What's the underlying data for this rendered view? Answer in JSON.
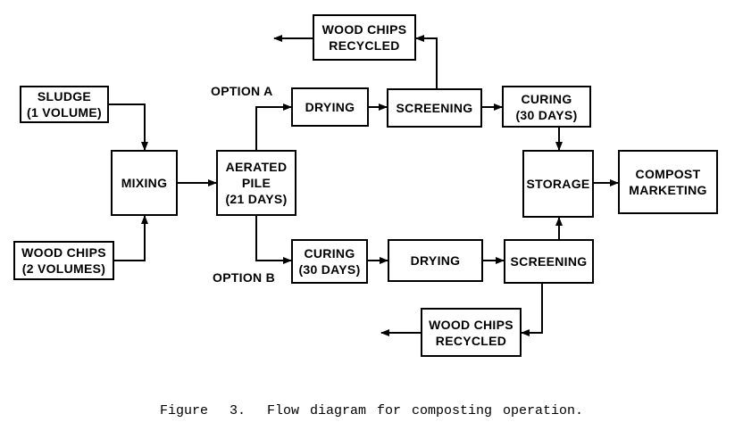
{
  "nodes": {
    "sludge": [
      "SLUDGE",
      "(1 VOLUME)"
    ],
    "wood_chips_input": [
      "WOOD CHIPS",
      "(2 VOLUMES)"
    ],
    "mixing": [
      "MIXING"
    ],
    "aerated_pile": [
      "AERATED",
      "PILE",
      "(21 DAYS)"
    ],
    "drying_a": [
      "DRYING"
    ],
    "screening_a": [
      "SCREENING"
    ],
    "wood_chips_recycled_a": [
      "WOOD CHIPS",
      "RECYCLED"
    ],
    "curing_a": [
      "CURING",
      "(30 DAYS)"
    ],
    "storage": [
      "STORAGE"
    ],
    "compost_marketing": [
      "COMPOST",
      "MARKETING"
    ],
    "curing_b": [
      "CURING",
      "(30 DAYS)"
    ],
    "drying_b": [
      "DRYING"
    ],
    "screening_b": [
      "SCREENING"
    ],
    "wood_chips_recycled_b": [
      "WOOD CHIPS",
      "RECYCLED"
    ]
  },
  "labels": {
    "option_a": "OPTION A",
    "option_b": "OPTION B"
  },
  "caption": "Figure  3.  Flow diagram for composting operation."
}
